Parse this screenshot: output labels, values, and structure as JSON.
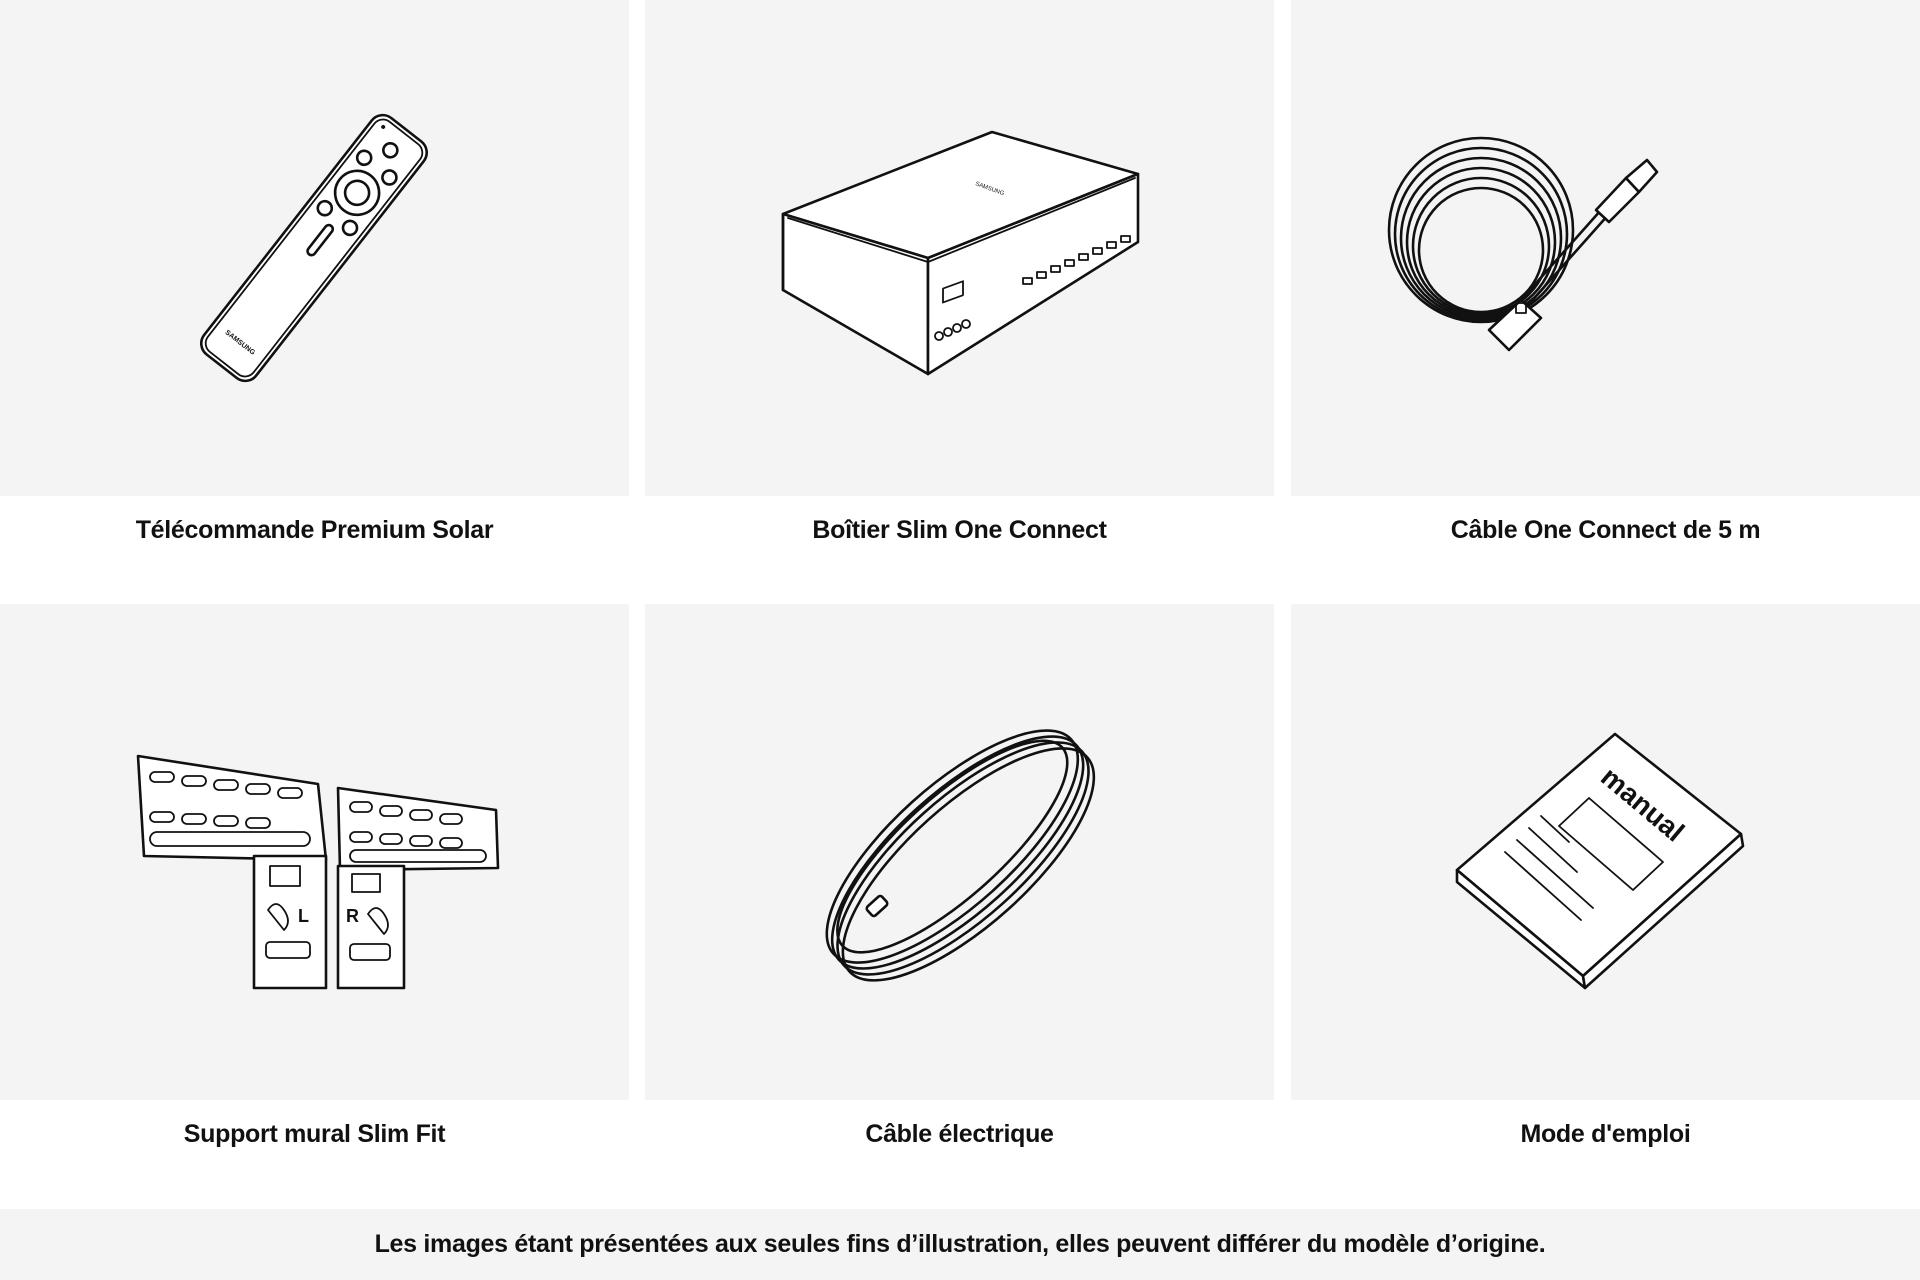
{
  "items": [
    {
      "label": "Télécommande Premium Solar",
      "icon": "remote-control-icon"
    },
    {
      "label": "Boîtier Slim One Connect",
      "icon": "one-connect-box-icon"
    },
    {
      "label": "Câble One Connect de 5 m",
      "icon": "one-connect-cable-icon"
    },
    {
      "label": "Support mural Slim Fit",
      "icon": "wall-mount-icon"
    },
    {
      "label": "Câble électrique",
      "icon": "power-cable-icon"
    },
    {
      "label": "Mode d'emploi",
      "icon": "manual-icon"
    }
  ],
  "illustrations": {
    "remote_brand": "SAMSUNG",
    "box_brand": "SAMSUNG",
    "manual_title": "manual",
    "bracket_left": "L",
    "bracket_right": "R"
  },
  "footer": {
    "disclaimer": "Les images étant présentées aux seules fins d’illustration, elles peuvent différer du modèle d’origine."
  },
  "colors": {
    "tile_background": "#f4f4f4",
    "page_background": "#ffffff",
    "line": "#111111"
  }
}
